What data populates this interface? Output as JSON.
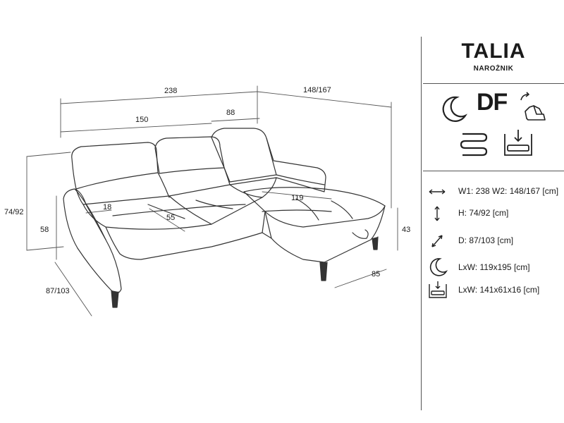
{
  "product": {
    "name": "TALIA",
    "type": "NAROŻNIK"
  },
  "features": {
    "df_label": "DF"
  },
  "dimensions": {
    "total_width": "238",
    "chaise_width": "148/167",
    "seat_width": "150",
    "middle_width": "88",
    "height": "74/92",
    "seat_height": "58",
    "depth": "87/103",
    "armrest": "18",
    "seat_depth": "55",
    "chaise_length": "119",
    "chaise_height": "43",
    "chaise_depth": "85"
  },
  "specs": [
    {
      "icon": "arrows-horizontal-icon",
      "text": "W1: 238 W2: 148/167 [cm]"
    },
    {
      "icon": "arrows-vertical-icon",
      "text": "H: 74/92 [cm]"
    },
    {
      "icon": "arrows-diagonal-icon",
      "text": "D: 87/103 [cm]"
    },
    {
      "icon": "moon-icon",
      "text": "LxW: 119x195 [cm]"
    },
    {
      "icon": "storage-box-icon",
      "text": "LxW: 141x61x16 [cm]"
    }
  ]
}
